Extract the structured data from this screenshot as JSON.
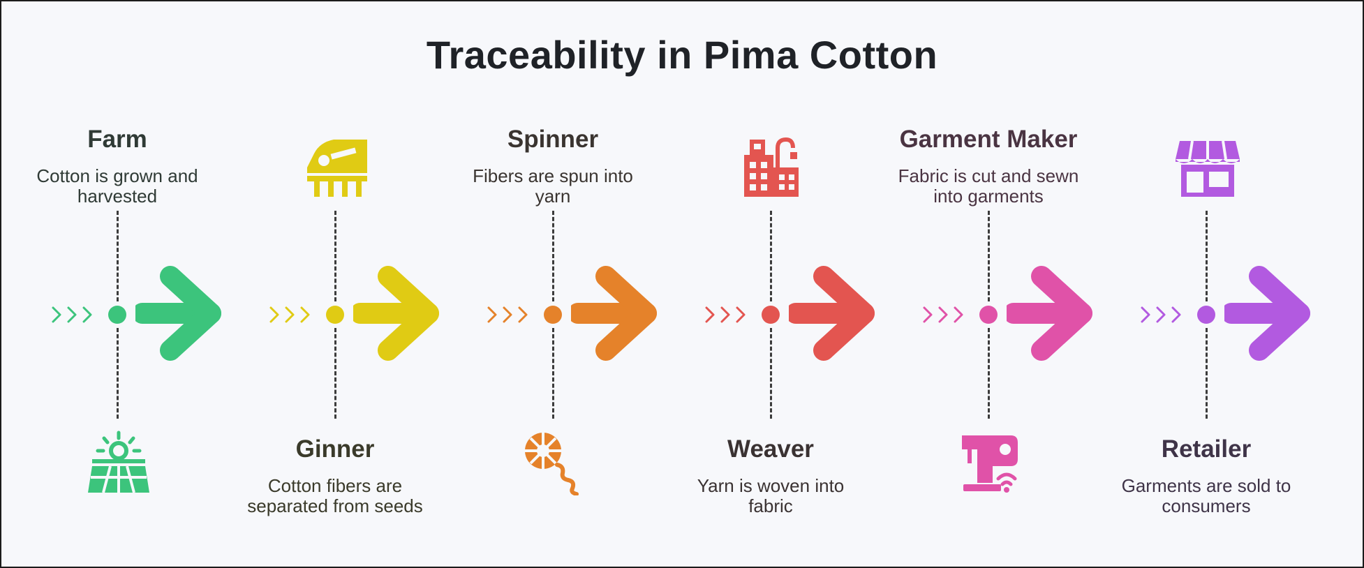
{
  "title": "Traceability in Pima Cotton",
  "stages": [
    {
      "name": "Farm",
      "description": "Cotton is grown and harvested",
      "color": "#3cc47c",
      "text_color": "#2f3a35",
      "icon": "farm-field-sun-icon",
      "label_position": "top"
    },
    {
      "name": "Ginner",
      "description": "Cotton fibers are separated from seeds",
      "color": "#e0cb14",
      "text_color": "#3a3a2a",
      "icon": "cotton-gin-machine-icon",
      "label_position": "bottom"
    },
    {
      "name": "Spinner",
      "description": "Fibers are spun into yarn",
      "color": "#e5822a",
      "text_color": "#3a3430",
      "icon": "yarn-spool-icon",
      "label_position": "top"
    },
    {
      "name": "Weaver",
      "description": "Yarn is woven into fabric",
      "color": "#e35550",
      "text_color": "#3a3232",
      "icon": "textile-factory-icon",
      "label_position": "bottom"
    },
    {
      "name": "Garment Maker",
      "description": "Fabric is cut and sewn into garments",
      "color": "#e052a8",
      "text_color": "#4a3442",
      "icon": "sewing-machine-icon",
      "label_position": "top"
    },
    {
      "name": "Retailer",
      "description": "Garments are sold to consumers",
      "color": "#b25ae0",
      "text_color": "#3f3448",
      "icon": "storefront-icon",
      "label_position": "bottom"
    }
  ]
}
